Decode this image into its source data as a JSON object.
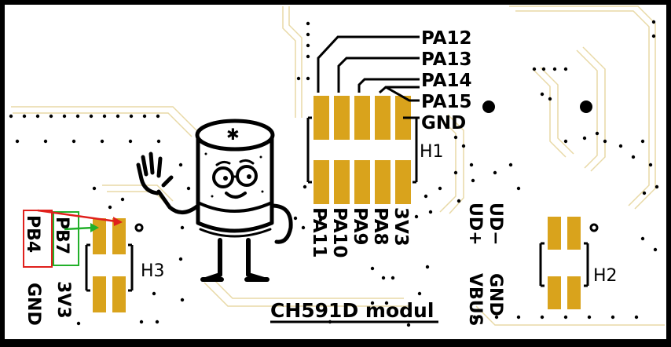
{
  "colors": {
    "board": "#ffffff",
    "outline": "#e8d9a6",
    "pad": "#d9a31c",
    "silk": "#000000",
    "arrow_red": "#e0201c",
    "arrow_green": "#22b02a",
    "box_red": "#e0201c",
    "box_green": "#22b02a",
    "background": "#000000"
  },
  "title": "CH591D modul",
  "h1": {
    "designator": "H1",
    "top_labels": [
      "PA12",
      "PA13",
      "PA14",
      "PA15",
      "GND"
    ],
    "bottom_labels": [
      "PA11",
      "PA10",
      "PA9",
      "PA8",
      "3V3"
    ]
  },
  "h2": {
    "designator": "H2",
    "labels_upper": [
      "UD+",
      "UD−"
    ],
    "labels_lower": [
      "VBUS",
      "GND"
    ]
  },
  "h3": {
    "designator": "H3",
    "top_labels": [
      "PB4",
      "PB7"
    ],
    "bottom_labels": [
      "GND",
      "3V3"
    ]
  },
  "mascot": {
    "icon": "capacitor-mascot-icon",
    "cap_symbol": "✱"
  }
}
